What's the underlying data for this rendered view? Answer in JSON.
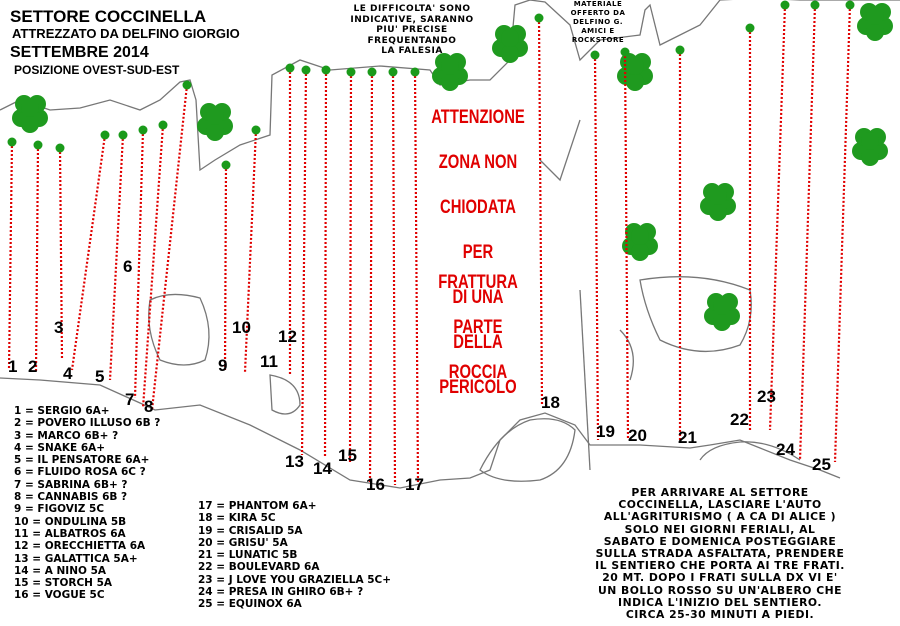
{
  "header": {
    "title": "SETTORE COCCINELLA",
    "subtitle": "ATTREZZATO DA DELFINO GIORGIO",
    "date": "SETTEMBRE 2014",
    "orientation": "POSIZIONE OVEST-SUD-EST"
  },
  "difficulty_note": [
    "LE DIFFICOLTA' SONO",
    "INDICATIVE, SARANNO",
    "PIU' PRECISE",
    "FREQUENTANDO",
    "LA FALESIA"
  ],
  "material_note": [
    "MATERIALE",
    "OFFERTO DA",
    "DELFINO G.",
    "AMICI E",
    "ROCKSTORE"
  ],
  "warning": [
    "ATTENZIONE",
    "ZONA NON",
    "CHIODATA",
    "PER FRATTURA",
    "DI UNA PARTE",
    "DELLA ROCCIA",
    "PERICOLO"
  ],
  "route_numbers": [
    "1",
    "2",
    "3",
    "4",
    "5",
    "6",
    "7",
    "8",
    "9",
    "10",
    "11",
    "12",
    "13",
    "14",
    "15",
    "16",
    "17",
    "18",
    "19",
    "20",
    "21",
    "22",
    "23",
    "24",
    "25"
  ],
  "legend_left": [
    "1 = SERGIO 6A+",
    "2 = POVERO ILLUSO 6B ?",
    "3 = MARCO 6B+ ?",
    "4 = SNAKE 6A+",
    "5 = IL PENSATORE 6A+",
    "6 = FLUIDO ROSA 6C ?",
    "7 = SABRINA 6B+ ?",
    "8 = CANNABIS 6B ?",
    "9 = FIGOVIZ 5C",
    "10 = ONDULINA 5B",
    "11 = ALBATROS 6A",
    "12 = ORECCHIETTA 6A",
    "13 = GALATTICA 5A+",
    "14 = A NINO 5A",
    "15 = STORCH 5A",
    "16 = VOGUE 5C"
  ],
  "legend_right": [
    "17 = PHANTOM 6A+",
    "18 = KIRA 5C",
    "19 = CRISALID 5A",
    "20 = GRISU' 5A",
    "21 = LUNATIC 5B",
    "22 = BOULEVARD 6A",
    "23 = J LOVE YOU GRAZIELLA 5C+",
    "24 = PRESA IN GHIRO 6B+ ?",
    "25 = EQUINOX 6A"
  ],
  "access_note": [
    "PER ARRIVARE AL SETTORE",
    "COCCINELLA, LASCIARE L'AUTO",
    "ALL'AGRITURISMO ( A CA DI ALICE )",
    "SOLO NEI GIORNI FERIALI, AL",
    "SABATO E DOMENICA POSTEGGIARE",
    "SULLA STRADA ASFALTATA, PRENDERE",
    "IL SENTIERO CHE PORTA AI TRE FRATI.",
    "20 MT. DOPO I FRATI SULLA DX VI E'",
    "UN BOLLO ROSSO SU UN'ALBERO CHE",
    "INDICA L'INIZIO DEL SENTIERO.",
    "CIRCA 25-30 MINUTI A PIEDI."
  ],
  "colors": {
    "route": "#e00000",
    "anchor": "#1a9a1a",
    "tree": "#1f9a1f",
    "rock": "#777777",
    "warning": "#e00000"
  }
}
